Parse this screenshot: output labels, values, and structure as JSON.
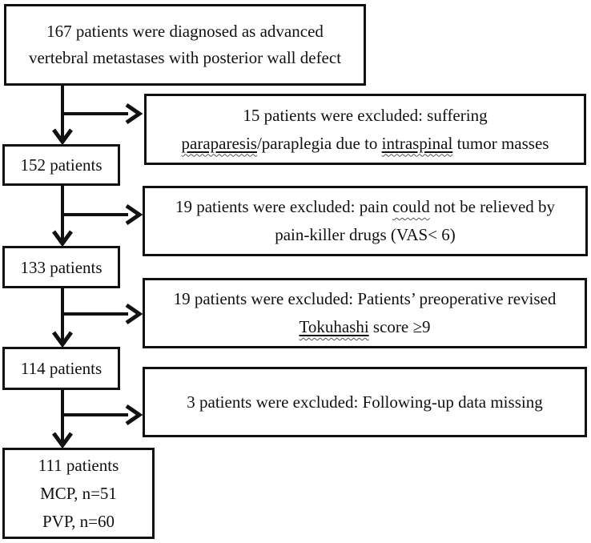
{
  "diagram": {
    "colors": {
      "ink": "#111111",
      "background": "#ffffff",
      "squiggle": "#555555"
    },
    "boxes": {
      "total": {
        "line1": "167 patients were diagnosed as advanced",
        "line2": "vertebral metastases with posterior wall defect"
      },
      "excluded_paraplegia": {
        "line1": "15 patients were excluded: suffering",
        "line2_word1": "paraparesis",
        "line2_mid": "/paraplegia due to ",
        "line2_word2": "intraspinal",
        "line2_end": " tumor masses"
      },
      "n152": {
        "label": "152 patients"
      },
      "excluded_pain": {
        "line1_start": "19 patients were excluded: pain ",
        "line1_word": "could",
        "line1_end": " not be relieved by",
        "line2": "pain-killer drugs (VAS< 6)"
      },
      "n133": {
        "label": "133 patients"
      },
      "excluded_tokuhashi": {
        "line1": "19 patients were excluded: Patients’ preoperative revised",
        "line2_word": "Tokuhashi",
        "line2_end": " score ≥9"
      },
      "n114": {
        "label": "114 patients"
      },
      "excluded_followup": {
        "line1": "3 patients were excluded: Following-up data missing"
      },
      "final": {
        "line1": "111 patients",
        "line2": "MCP, n=51",
        "line3": "PVP, n=60"
      }
    }
  }
}
